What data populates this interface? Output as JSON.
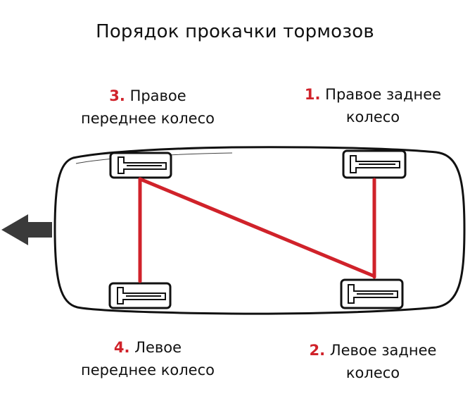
{
  "title": "Порядок прокачки тормозов",
  "colors": {
    "route": "#d0222a",
    "outline": "#111111",
    "arrow": "#3a3a3a"
  },
  "wheels": [
    {
      "order": "1.",
      "text_line1": "Правое заднее",
      "text_line2": "колесо"
    },
    {
      "order": "2.",
      "text_line1": "Левое заднее",
      "text_line2": "колесо"
    },
    {
      "order": "3.",
      "text_line1": "Правое",
      "text_line2": "переднее колесо"
    },
    {
      "order": "4.",
      "text_line1": "Левое",
      "text_line2": "переднее колесо"
    }
  ],
  "direction_icon": "arrow-left-icon"
}
